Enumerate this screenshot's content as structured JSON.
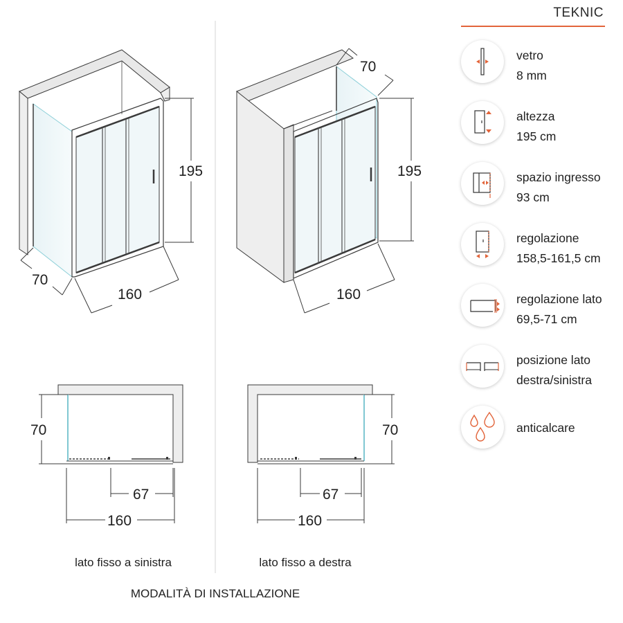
{
  "brand": {
    "name": "TEKNIC",
    "accent": "#e2643a"
  },
  "diagrams": {
    "iso_left": {
      "width": "160",
      "depth": "70",
      "height": "195"
    },
    "iso_right": {
      "width": "160",
      "depth": "70",
      "height": "195"
    },
    "plan_left": {
      "depth": "70",
      "opening": "67",
      "width": "160",
      "caption": "lato fisso a sinistra"
    },
    "plan_right": {
      "depth": "70",
      "opening": "67",
      "width": "160",
      "caption": "lato fisso a destra"
    },
    "footer": "MODALITÀ DI INSTALLAZIONE"
  },
  "features": [
    {
      "icon": "glass-thickness-icon",
      "line1": "vetro",
      "line2": "8 mm"
    },
    {
      "icon": "height-icon",
      "line1": "altezza",
      "line2": "195 cm"
    },
    {
      "icon": "entrance-space-icon",
      "line1": "spazio ingresso",
      "line2": "93 cm"
    },
    {
      "icon": "width-adjustment-icon",
      "line1": "regolazione",
      "line2": "158,5-161,5 cm"
    },
    {
      "icon": "side-adjustment-icon",
      "line1": "regolazione lato",
      "line2": "69,5-71 cm"
    },
    {
      "icon": "side-position-icon",
      "line1": "posizione lato",
      "line2": "destra/sinistra"
    },
    {
      "icon": "anti-limescale-icon",
      "line1": "anticalcare",
      "line2": ""
    }
  ]
}
